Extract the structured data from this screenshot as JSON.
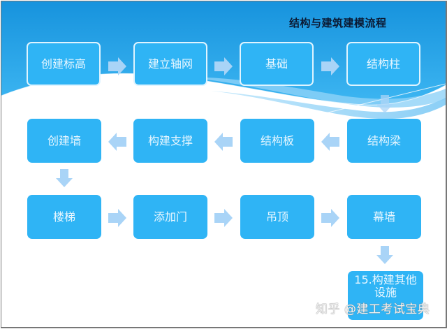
{
  "title": "结构与建筑建模流程",
  "steps": [
    {
      "label": "创建标高"
    },
    {
      "label": "建立轴网"
    },
    {
      "label": "基础"
    },
    {
      "label": "结构柱"
    },
    {
      "label": "结构梁"
    },
    {
      "label": "结构板"
    },
    {
      "label": "构建支撑"
    },
    {
      "label": "创建墙"
    },
    {
      "label": "楼梯"
    },
    {
      "label": "添加门"
    },
    {
      "label": "吊顶"
    },
    {
      "label": "幕墙"
    },
    {
      "label": "15.构建其他设施"
    }
  ],
  "watermark": "知乎 @建工考试宝典",
  "colors": {
    "box_fill": "#2fb4f5",
    "arrow_fill": "#a9d4f7",
    "header_top": "#1996df",
    "title_text": "#0b1a33"
  }
}
